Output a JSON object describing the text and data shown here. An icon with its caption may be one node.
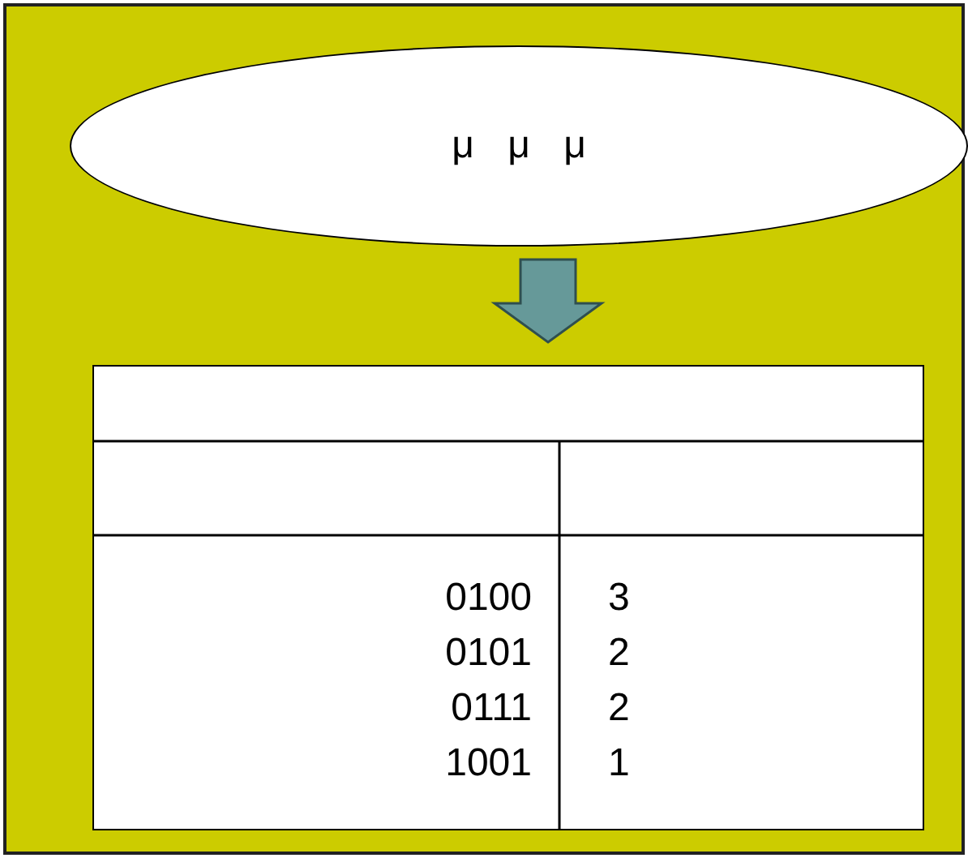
{
  "diagram": {
    "nodes": [
      {
        "text": [
          "μ μ μ"
        ]
      },
      {
        "text": [],
        "shape": "box"
      }
    ],
    "edges": [
      {
        "from": 0,
        "to": 1,
        "arrow": "to"
      }
    ],
    "labels": [
      "0100",
      "3",
      "0101",
      "2",
      "0111",
      "2",
      "1001",
      "1"
    ]
  }
}
